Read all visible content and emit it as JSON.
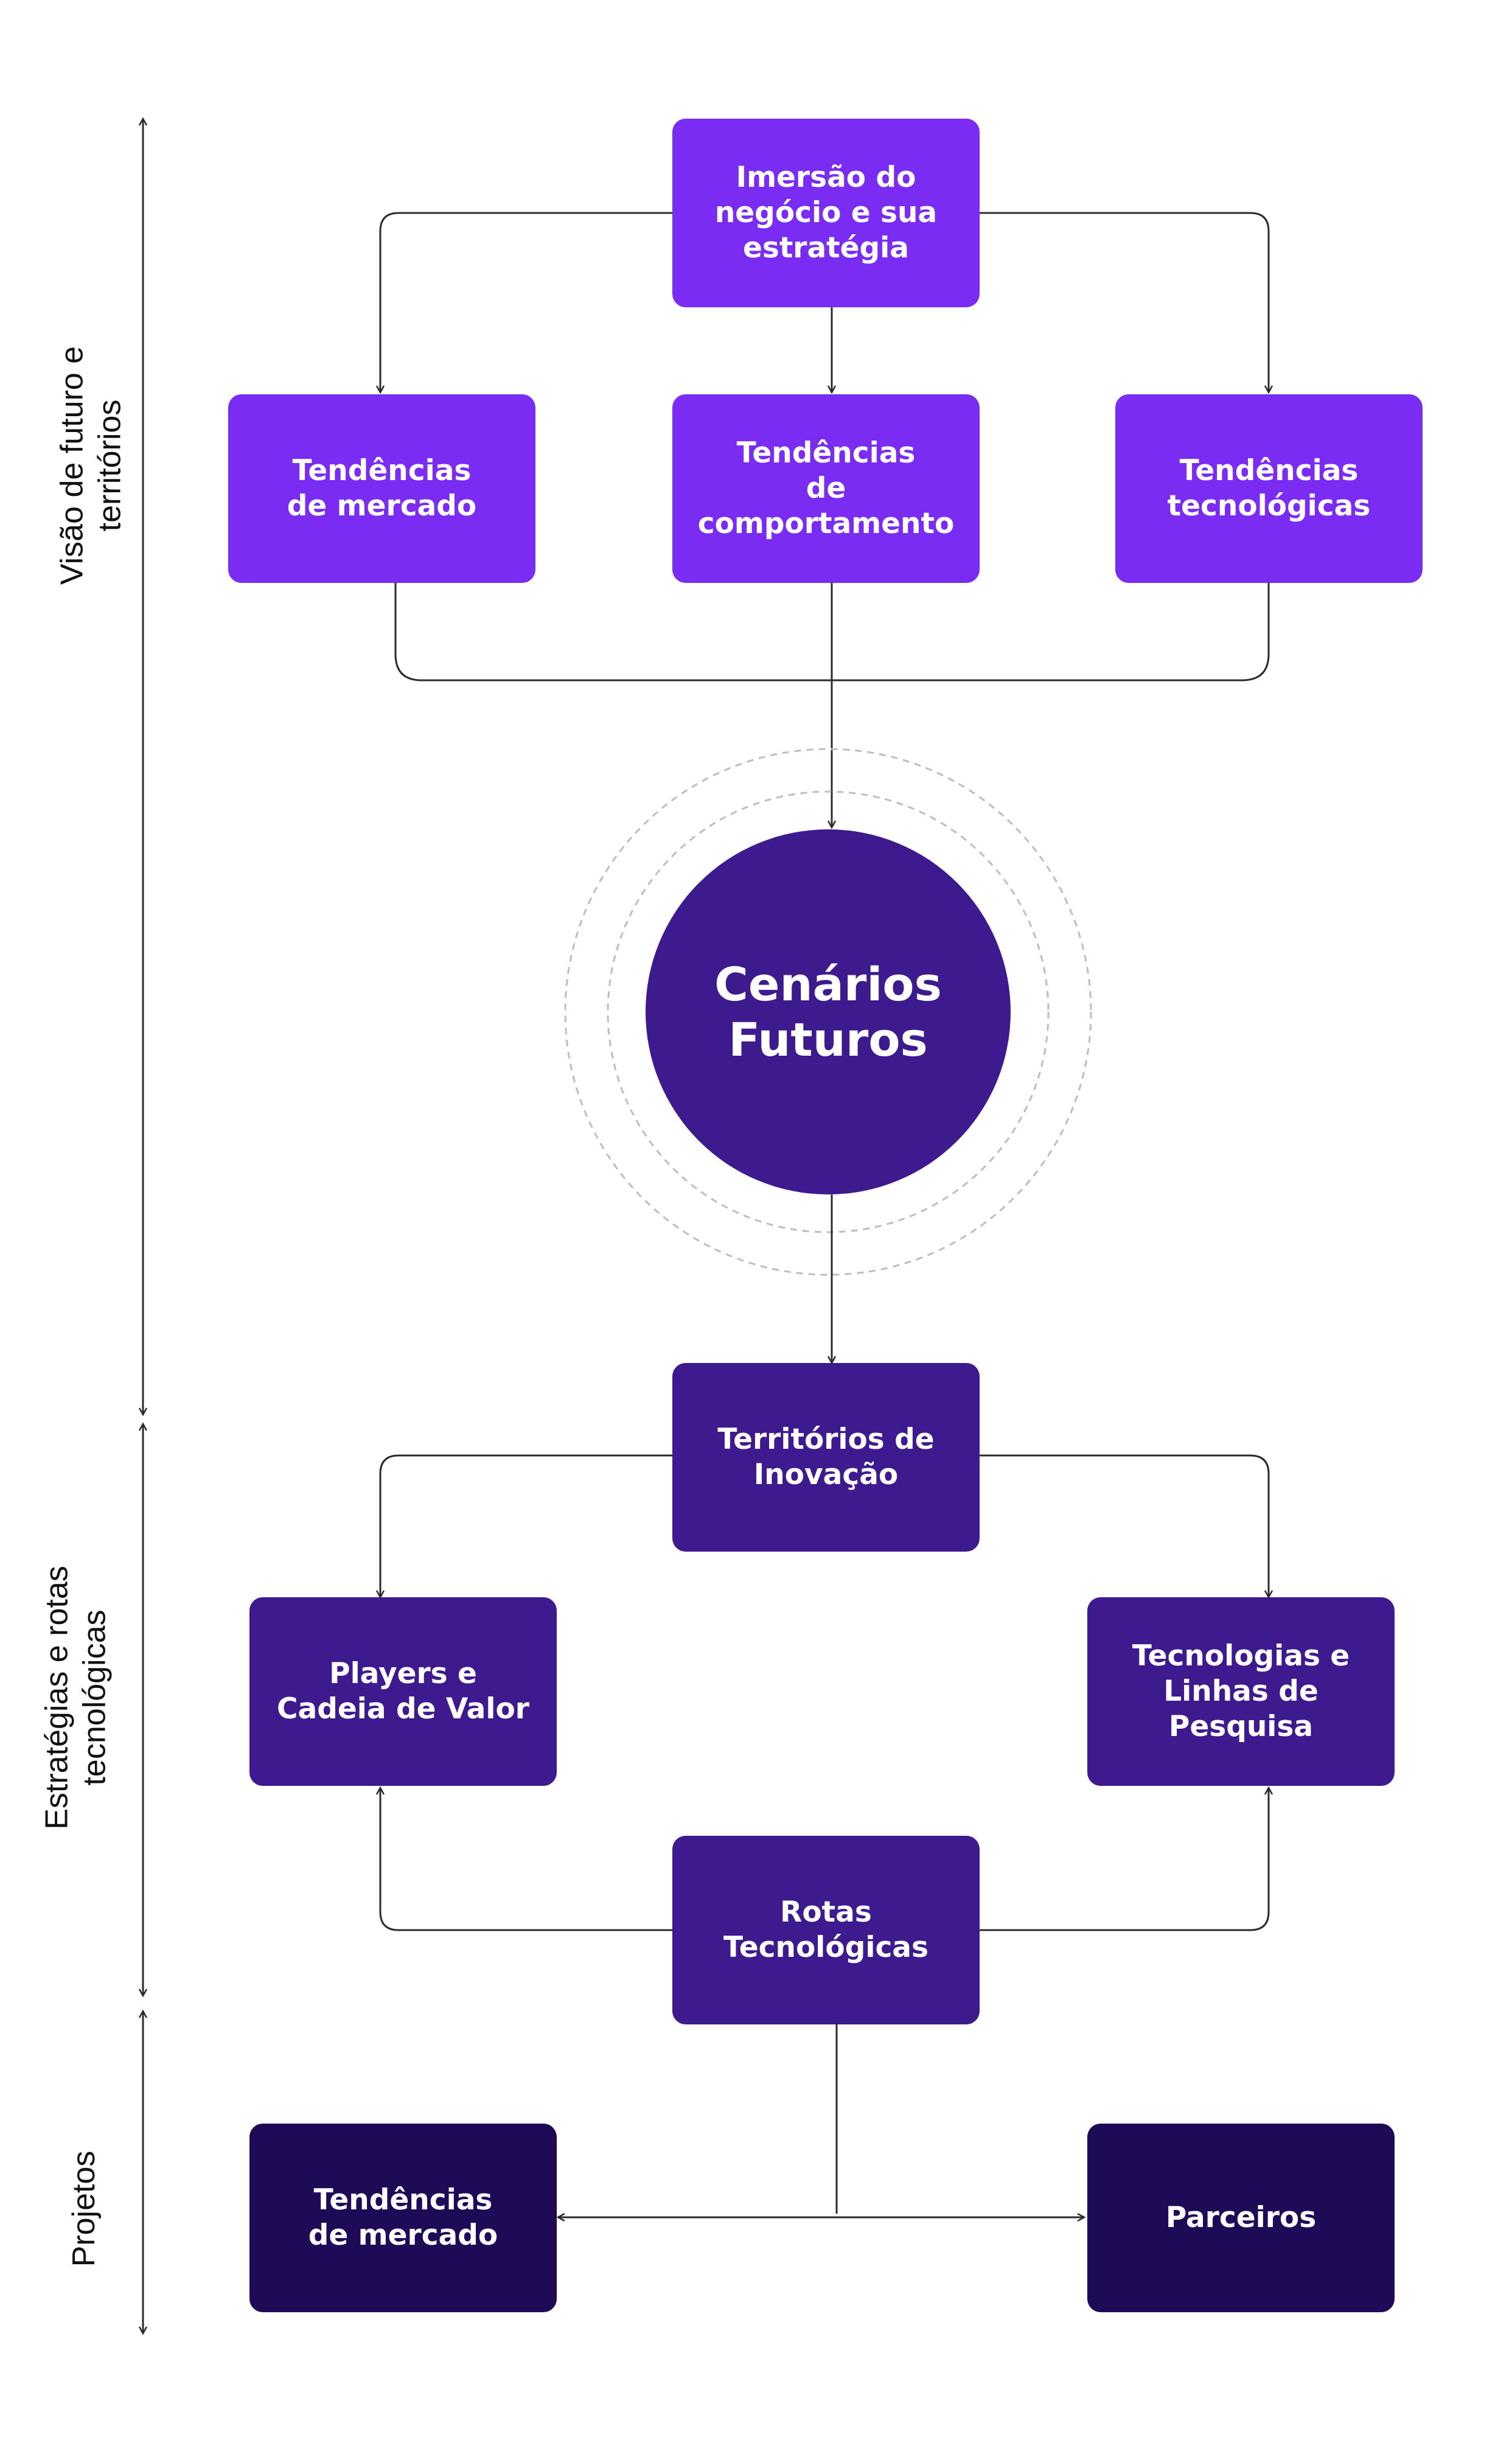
{
  "sections": [
    {
      "label": "Visão de futuro e\nterritórios"
    },
    {
      "label": "Estratégias e rotas\ntecnológicas"
    },
    {
      "label": "Projetos"
    }
  ],
  "nodes": {
    "immersion": "Imersão do\nnegócio e sua\nestratégia",
    "market_trends": "Tendências\nde mercado",
    "behavior_trends": "Tendências\nde\ncomportamento",
    "tech_trends": "Tendências\ntecnológicas",
    "future_scenarios": "Cenários\nFuturos",
    "innovation_territories": "Territórios de\nInovação",
    "players_value_chain": "Players e\nCadeia de Valor",
    "technologies_research": "Tecnologias e\nLinhas de\nPesquisa",
    "tech_routes": "Rotas\nTecnológicas",
    "project_market_trends": "Tendências\nde mercado",
    "partners": "Parceiros"
  },
  "colors": {
    "light_purple": "#7a2cf2",
    "mid_purple": "#3d1a8e",
    "dark_purple": "#1f0a58",
    "line": "#2b2b2b",
    "dashed_ring": "#bdbdbd"
  }
}
